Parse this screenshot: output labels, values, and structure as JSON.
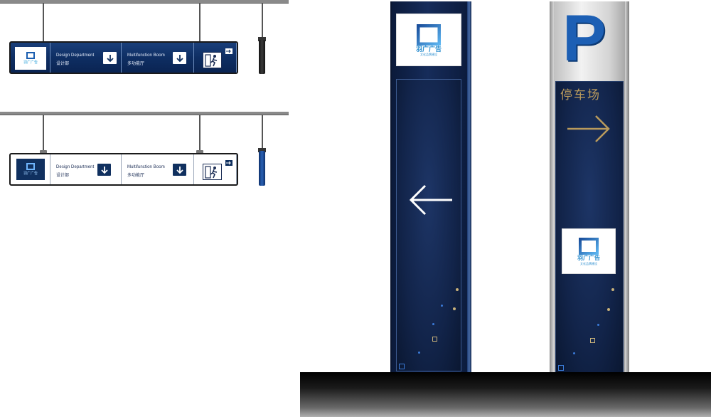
{
  "hanging_sign": {
    "department_en": "Design Department",
    "department_zh": "设计部",
    "hall_en": "Multifunction Boom",
    "hall_zh": "多功能厅"
  },
  "logo": {
    "brand": "羽广广告",
    "tagline": "文化品牌建设"
  },
  "parking": {
    "letter": "P",
    "label": "停车场"
  },
  "colors": {
    "navy": "#0e2e63",
    "brand_blue": "#1c5fb4",
    "gold": "#b99a5c",
    "logo_cyan": "#2b8ecf"
  },
  "icons": [
    "down-arrow-icon",
    "emergency-exit-icon",
    "right-arrow-icon",
    "left-arrow-icon",
    "logo-square-icon"
  ]
}
